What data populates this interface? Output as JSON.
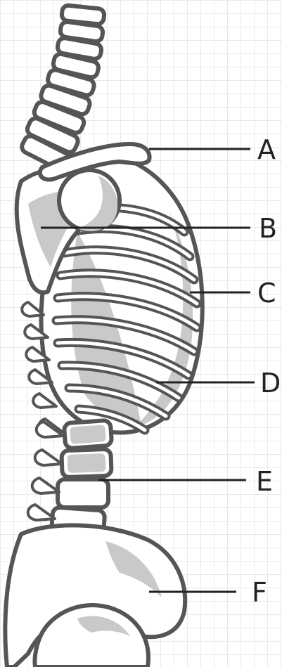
{
  "labels": [
    {
      "id": "A",
      "text": "A"
    },
    {
      "id": "B",
      "text": "B"
    },
    {
      "id": "C",
      "text": "C"
    },
    {
      "id": "D",
      "text": "D"
    },
    {
      "id": "E",
      "text": "E"
    },
    {
      "id": "F",
      "text": "F"
    }
  ],
  "colors": {
    "outline": "#555555",
    "shade": "#c9c9c9",
    "fill": "#ffffff",
    "grid": "#e9e9e9",
    "label": "#222222"
  }
}
